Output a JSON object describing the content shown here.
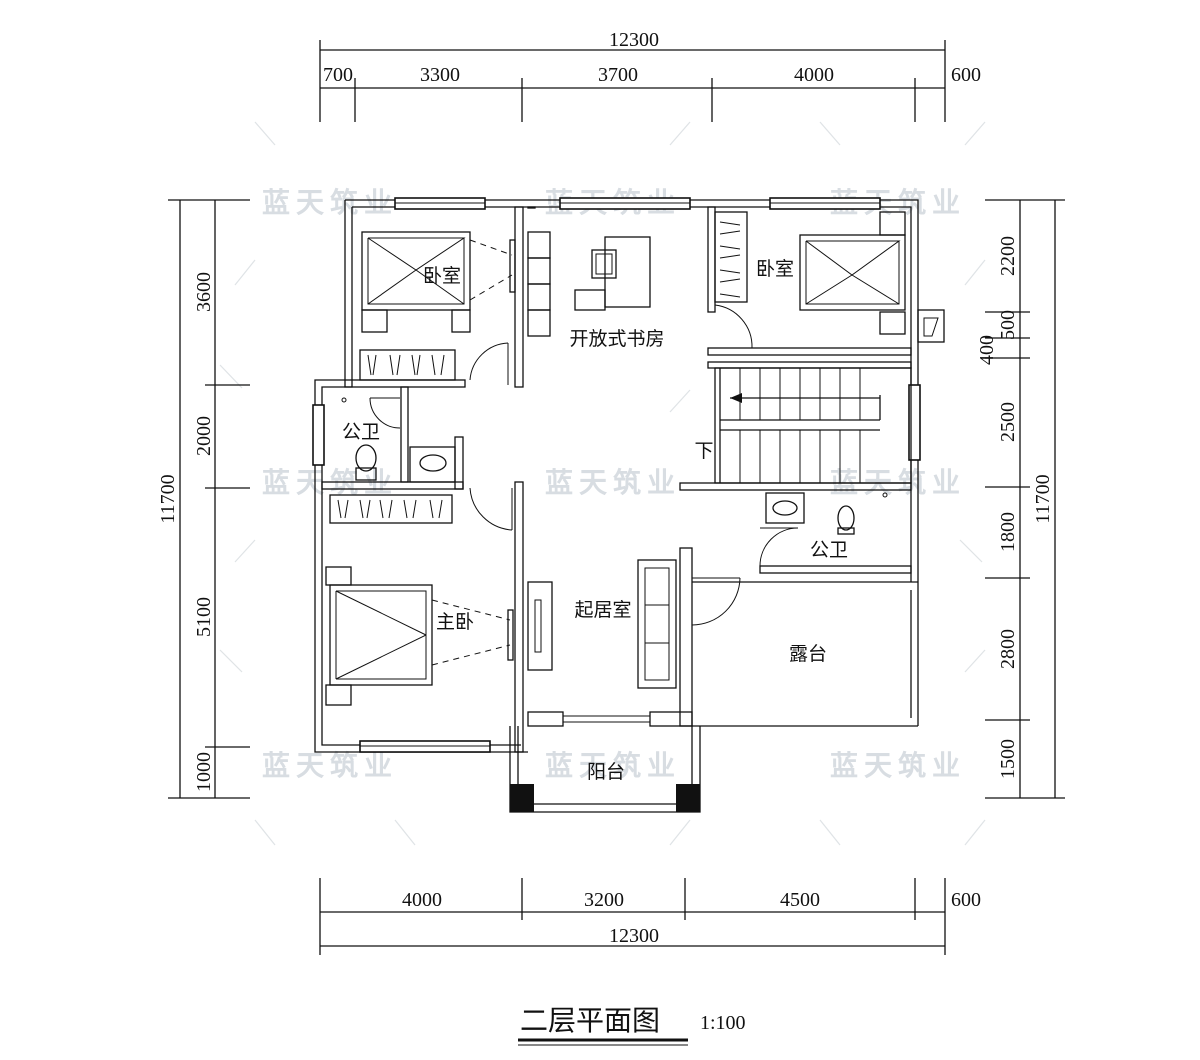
{
  "plan": {
    "title": "二层平面图",
    "scale": "1:100",
    "watermark": "蓝天筑业"
  },
  "dimensions": {
    "top_total": "12300",
    "top_segments": [
      "700",
      "3300",
      "3700",
      "4000",
      "600"
    ],
    "bottom_segments": [
      "4000",
      "3200",
      "4500",
      "600"
    ],
    "bottom_total": "12300",
    "left_total": "11700",
    "left_segments": [
      "3600",
      "2000",
      "5100",
      "1000"
    ],
    "right_total": "11700",
    "right_segments": [
      "2200",
      "500",
      "400",
      "2500",
      "1800",
      "2800",
      "1500"
    ]
  },
  "rooms": {
    "bedroom_nw": "卧室",
    "study": "开放式书房",
    "bedroom_ne": "卧室",
    "bath_w": "公卫",
    "stair_down": "下",
    "bath_e": "公卫",
    "master_bedroom": "主卧",
    "living_room": "起居室",
    "terrace": "露台",
    "balcony": "阳台"
  }
}
